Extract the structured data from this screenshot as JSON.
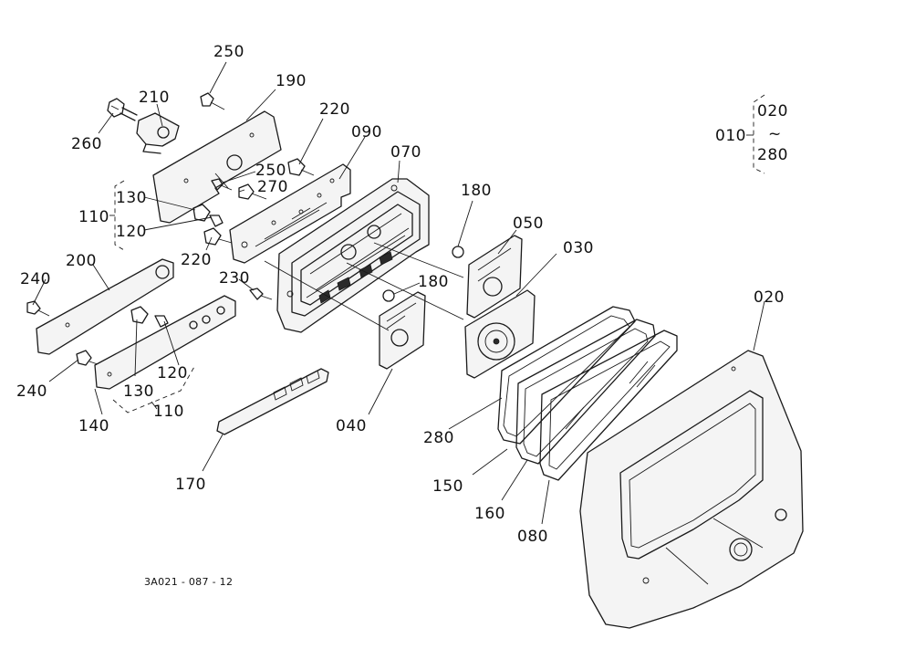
{
  "drawing_code": "3A021 - 087 - 12",
  "range_key": {
    "assembly": "010",
    "from": "020",
    "tilde": "~",
    "to": "280"
  },
  "labels": {
    "p250a": "250",
    "p210": "210",
    "p190": "190",
    "p260": "260",
    "p220a": "220",
    "p090": "090",
    "p070": "070",
    "p250b": "250",
    "p270": "270",
    "p130a": "130",
    "p110a": "110",
    "p120a": "120",
    "p220b": "220",
    "p180a": "180",
    "p050": "050",
    "p030": "030",
    "p240a": "240",
    "p200": "200",
    "p230": "230",
    "p180b": "180",
    "p020b": "020",
    "p120b": "120",
    "p240b": "240",
    "p130b": "130",
    "p140": "140",
    "p110b": "110",
    "p040": "040",
    "p280": "280",
    "p170": "170",
    "p150": "150",
    "p160": "160",
    "p080": "080"
  }
}
